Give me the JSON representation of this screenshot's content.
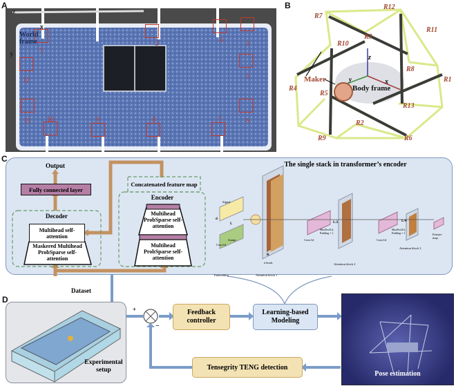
{
  "panels": {
    "a": "A",
    "b": "B",
    "c": "C",
    "d": "D"
  },
  "panel_a": {
    "world_frame": "World frame",
    "axes": {
      "z": "z",
      "x": "x",
      "y": "y"
    },
    "markers": [
      "1",
      "2",
      "3",
      "4",
      "5",
      "6",
      "7",
      "8",
      "9",
      "10",
      "11",
      "12"
    ]
  },
  "panel_b": {
    "nodes": [
      "R7",
      "R12",
      "R11",
      "R3",
      "R10",
      "R8",
      "R4",
      "R1",
      "R5",
      "R13",
      "R2",
      "R9",
      "R6"
    ],
    "maker": "Maker",
    "body_frame": "Body frame",
    "axes": {
      "z": "z",
      "x": "x",
      "y": "y"
    }
  },
  "panel_c": {
    "output": "Output",
    "fc_layer": "Fully connected layer",
    "decoder": "Decoder",
    "dec_attn": "Multihead self-attention",
    "dec_masked": "Maskered Multihead ProbSparse self-attention",
    "concat": "Concatenated feature map",
    "encoder": "Encoder",
    "enc_attn1": "Multihead ProbSparse self-attention",
    "enc_attn2": "Multihead ProbSparse self-attention",
    "stack_title": "The single stack in transformer’s encoder",
    "signal": "Signal",
    "stamp": "Stamp",
    "conv1": "Conv1d",
    "conv2": "Conv1d",
    "conv3": "Conv1d",
    "embedding": "Embedding",
    "maxpool1": "MaxPool1d, Padding = 1",
    "maxpool2": "MaxPool1d, Padding = 1",
    "block1": "Attention block 1",
    "block2": "Attention block 2",
    "block3": "Attention block 3",
    "nheads": "n-heads",
    "feature_map": "Feature map",
    "dims": {
      "d": "d",
      "L": "L",
      "L2": "L/2",
      "L4": "L/4",
      "K": "K"
    }
  },
  "panel_d": {
    "dataset": "Dataset",
    "plus": "+",
    "minus": "−",
    "experimental": "Experimental setup",
    "feedback": "Feedback controller",
    "learning": "Learning-based Modeling",
    "pose": "Pose estimation",
    "teng": "Tensegrity TENG detection"
  },
  "colors": {
    "panel_bg": "#dce6f2",
    "panel_border": "#7d97bd",
    "orange": "#c39262",
    "purple": "#b57ea5",
    "yellow": "#f3e2b3",
    "blue_arrow": "#7b9cc9"
  }
}
